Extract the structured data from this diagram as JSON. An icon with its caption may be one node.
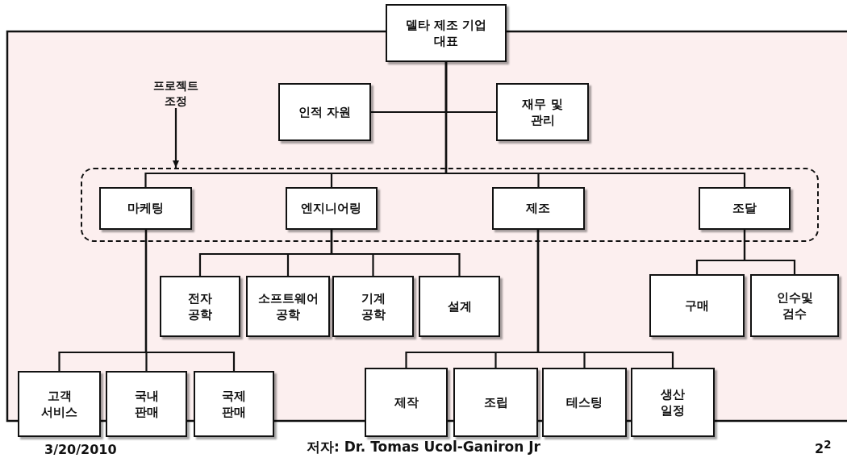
{
  "diagram": {
    "nodes": [
      {
        "text": [
          "델타 제조 기업 대표"
        ]
      },
      {
        "text": [
          "인적 자원"
        ]
      },
      {
        "text": [
          "재무 및 관리"
        ]
      },
      {
        "text": [
          "프로젝트 조정"
        ]
      },
      {
        "text": [],
        "shape": "box"
      },
      {
        "text": [
          "마케팅"
        ],
        "in": 4
      },
      {
        "text": [
          "엔지니어링"
        ],
        "in": 4
      },
      {
        "text": [
          "제조"
        ],
        "in": 4
      },
      {
        "text": [
          "조달"
        ],
        "in": 4
      },
      {
        "text": [
          "전자 공학"
        ]
      },
      {
        "text": [
          "소프트웨어 공학"
        ]
      },
      {
        "text": [
          "기계 공학"
        ]
      },
      {
        "text": [
          "설계"
        ]
      },
      {
        "text": [
          "구매"
        ]
      },
      {
        "text": [
          "인수및 검수"
        ]
      },
      {
        "text": [
          "고객 서비스"
        ]
      },
      {
        "text": [
          "국내 판매"
        ]
      },
      {
        "text": [
          "국제 판매"
        ]
      },
      {
        "text": [
          "제작"
        ]
      },
      {
        "text": [
          "조립"
        ]
      },
      {
        "text": [
          "테스팅"
        ]
      },
      {
        "text": [
          "생산 일정"
        ]
      }
    ],
    "edges": [
      {
        "from": 0,
        "to": 1,
        "arrow": "none"
      },
      {
        "from": 0,
        "to": 2,
        "arrow": "none"
      },
      {
        "from": 3,
        "to": 4,
        "arrow": "to"
      },
      {
        "from": 0,
        "to": 5,
        "arrow": "none"
      },
      {
        "from": 0,
        "to": 6,
        "arrow": "none"
      },
      {
        "from": 0,
        "to": 7,
        "arrow": "none"
      },
      {
        "from": 0,
        "to": 8,
        "arrow": "none"
      },
      {
        "from": 6,
        "to": 9,
        "arrow": "none"
      },
      {
        "from": 6,
        "to": 10,
        "arrow": "none"
      },
      {
        "from": 6,
        "to": 11,
        "arrow": "none"
      },
      {
        "from": 6,
        "to": 12,
        "arrow": "none"
      },
      {
        "from": 8,
        "to": 13,
        "arrow": "none"
      },
      {
        "from": 8,
        "to": 14,
        "arrow": "none"
      },
      {
        "from": 5,
        "to": 15,
        "arrow": "none"
      },
      {
        "from": 5,
        "to": 16,
        "arrow": "none"
      },
      {
        "from": 5,
        "to": 17,
        "arrow": "none"
      },
      {
        "from": 7,
        "to": 18,
        "arrow": "none"
      },
      {
        "from": 7,
        "to": 19,
        "arrow": "none"
      },
      {
        "from": 7,
        "to": 20,
        "arrow": "none"
      },
      {
        "from": 7,
        "to": 21,
        "arrow": "none"
      }
    ],
    "labels": [
      "3/20/2010",
      "저자: Dr. Tomas Ucol-Ganiron Jr",
      "2$^{2}$"
    ]
  }
}
